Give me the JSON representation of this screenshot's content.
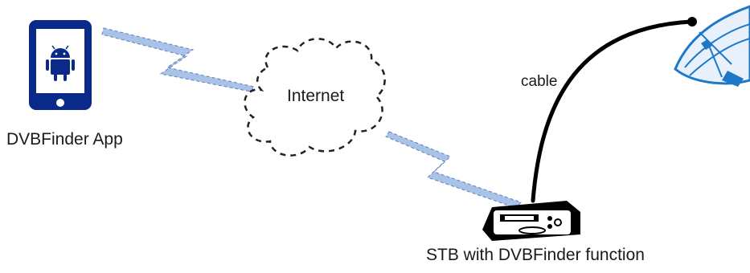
{
  "labels": {
    "app": "DVBFinder App",
    "internet": "Internet",
    "cable": "cable",
    "stb": "STB with DVBFinder function"
  },
  "colors": {
    "phone": "#0a2a8a",
    "link": "#a9c3e8",
    "link_edge": "#5d7fb8",
    "cloud": "#222222",
    "cable": "#000000",
    "dish": "#1e78c8",
    "stb": "#000000"
  },
  "icons": {
    "phone": "smartphone-android-icon",
    "cloud": "cloud-icon",
    "stb": "set-top-box-icon",
    "dish": "satellite-dish-icon"
  }
}
